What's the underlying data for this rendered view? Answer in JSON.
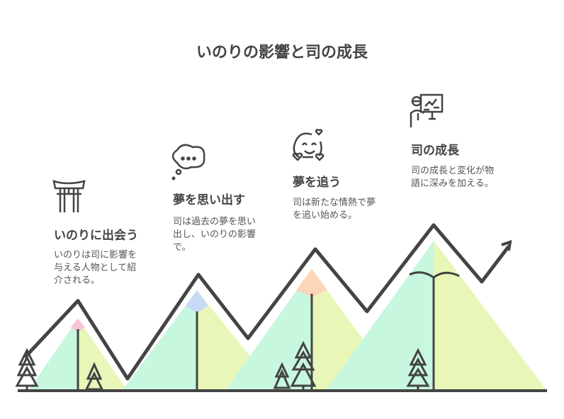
{
  "title": "いのりの影響と司の成長",
  "steps": [
    {
      "icon": "torii-gate-icon",
      "heading": "いのりに出会う",
      "lines": [
        "いのりは司に影響を",
        "与える人物として紹",
        "介される。"
      ]
    },
    {
      "icon": "thought-bubble-icon",
      "heading": "夢を思い出す",
      "lines": [
        "司は過去の夢を思い",
        "出し、いのりの影響",
        "で。"
      ]
    },
    {
      "icon": "happy-face-hearts-icon",
      "heading": "夢を追う",
      "lines": [
        "司は新たな情熱で夢",
        "を追い始める。"
      ]
    },
    {
      "icon": "presenter-chart-icon",
      "heading": "司の成長",
      "lines": [
        "司の成長と変化が物",
        "語に深みを加える。"
      ]
    }
  ],
  "colors": {
    "stroke": "#444444",
    "green": "#c8f7df",
    "yellow": "#e8f7b8",
    "pink": "#f6c6d8",
    "blue": "#c8d8f7",
    "orange": "#fbd6b8"
  }
}
